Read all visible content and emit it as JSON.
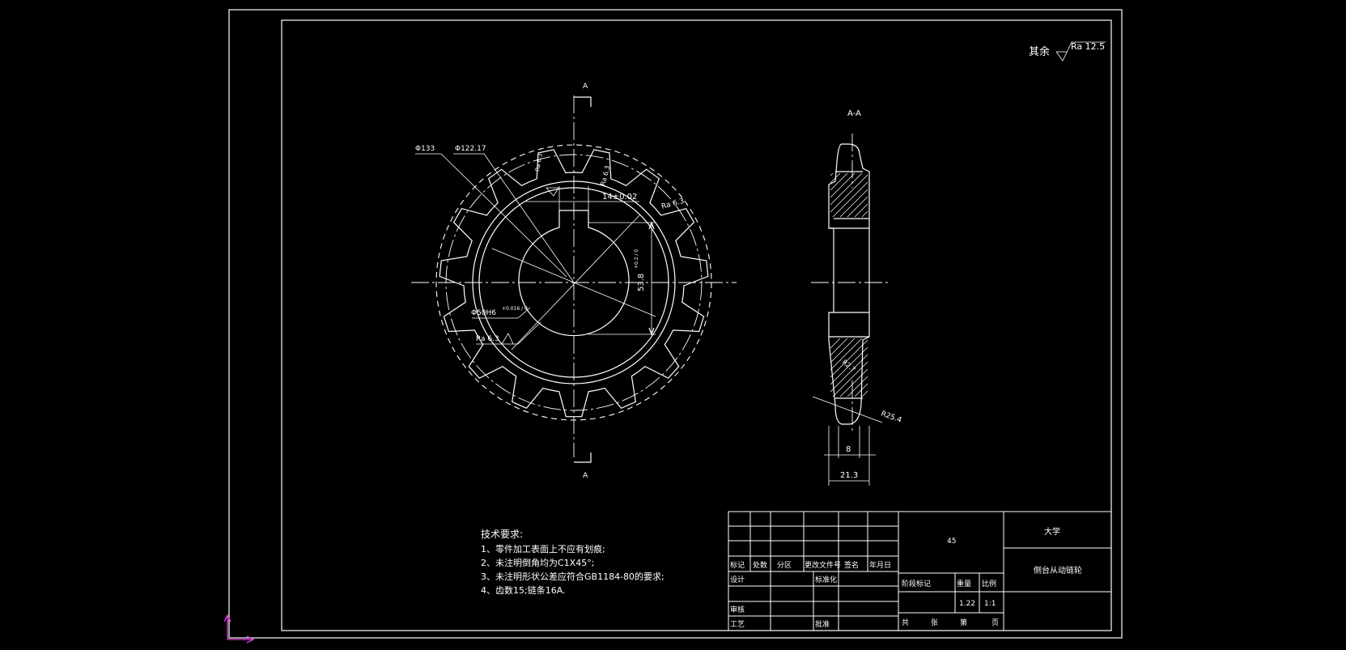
{
  "roughness_note": {
    "label": "其余",
    "value": "Ra 12.5"
  },
  "section_marks": {
    "top": "A",
    "bottom": "A",
    "section_title": "A-A"
  },
  "front_view": {
    "dim_outer": "Φ133",
    "dim_pitch": "Φ122.17",
    "dim_keyway": "14±0.02",
    "dim_key_depth": "53.8",
    "dim_key_depth_tol": "+0.2 / 0",
    "dim_bore": "Φ50H6",
    "dim_bore_tol": "+0.016 / 0",
    "ra_bore": "Ra 6.3",
    "ra_tooth": "Ra 6.3",
    "ra_side": "Ra 6.3"
  },
  "section_view": {
    "dim_hub_width": "8",
    "dim_total_width": "21.3",
    "dim_radius": "R25.4",
    "dim_chamfer": "R2.7"
  },
  "tech_requirements": {
    "title": "技术要求:",
    "items": [
      "1、零件加工表面上不应有划痕;",
      "2、未注明倒角均为C1X45°;",
      "3、未注明形状公差应符合GB1184-80的要求;",
      "4、齿数15;链条16A."
    ]
  },
  "title_block": {
    "material": "45",
    "school": "大学",
    "drawing_name": "侧台从动链轮",
    "revision_headers": [
      "标记",
      "处数",
      "分区",
      "更改文件号",
      "签名",
      "年月日"
    ],
    "rows_left": [
      "设计",
      "标准化",
      "审核",
      "工艺",
      "批准"
    ],
    "stage_headers": [
      "阶段标记",
      "重量",
      "比例"
    ],
    "weight": "1.22",
    "scale": "1:1",
    "sheet_info": [
      "共",
      "张",
      "第",
      "页"
    ]
  }
}
